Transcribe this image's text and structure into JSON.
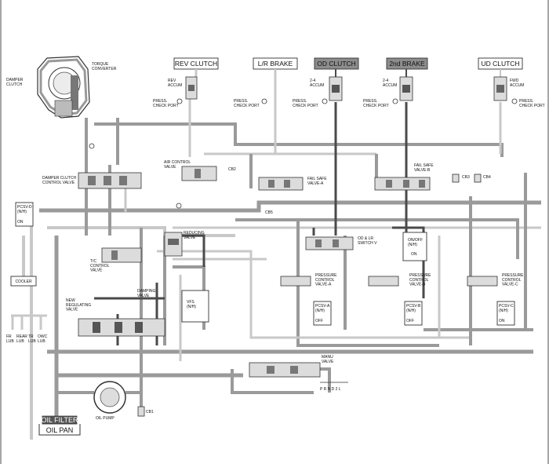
{
  "headers": {
    "rev_clutch": "REV CLUTCH",
    "lr_brake": "L/R BRAKE",
    "od_clutch": "OD CLUTCH",
    "second_brake": "2nd BRAKE",
    "ud_clutch": "UD CLUTCH"
  },
  "labels": {
    "torque_converter": "TORQUE\nCONVERTER",
    "damper_clutch": "DAMPER\nCLUTCH",
    "rev_accum": "REV\nACCUM",
    "accum_2_4_a": "2-4\nACCUM",
    "accum_2_4_b": "2-4\nACCUM",
    "fwd_accum": "FWD\nACCUM",
    "press_check_1": "PRESS.\nCHECK PORT",
    "press_check_2": "PRESS.\nCHECK PORT",
    "press_check_3": "PRESS.\nCHECK PORT",
    "press_check_4": "PRESS.\nCHECK PORT",
    "press_check_5": "PRESS.\nCHECK PORT",
    "damper_clutch_control_valve": "DAMPER CLUTCH\nCONTROL VALVE",
    "air_control_valve": "AIR CONTROL\nVALVE",
    "cb2": "CB2",
    "fail_safe_a": "FAIL SAFE\nVALVE-A",
    "fail_safe_b": "FAIL SAFE\nVALVE-B",
    "cb3": "CB3",
    "cb4": "CB4",
    "cb5": "CB5",
    "cb1": "CB1",
    "pcsv_d": "PCSV-D\n(N/H)",
    "pcsv_d_state": "ON",
    "reducing_valve": "REDUCING\nVALVE",
    "od_lr_switch": "OD & LR\nSWITCH V",
    "on_off": "ON/OFF\n(N/H)",
    "on_off_state": "ON",
    "tc_control_valve": "T/C\nCONTROL\nVALVE",
    "cooler": "COOLER",
    "pcv_a": "PRESSURE\nCONTROL\nVALVE-A",
    "pcv_b": "PRESSURE\nCONTROL\nVALVE-B",
    "pcv_c": "PRESSURE\nCONTROL\nVALVE-C",
    "pcsv_a": "PCSV-A\n(N/H)",
    "pcsv_a_state": "OFF",
    "pcsv_b": "PCSV-B\n(N/H)",
    "pcsv_b_state": "OFF",
    "pcsv_c": "PCSV-C\n(N/H)",
    "pcsv_c_state": "ON",
    "new_regulating_valve": "NEW\nREGULATING\nVALVE",
    "damping_valve": "DAMPING\nVALVE",
    "vfs": "VFS\n(N/H)",
    "manual_valve": "MANU\nVALVE",
    "lub_labels": [
      "FR\nLUB",
      "REAR\nLUB",
      "TR\nLUB",
      "OWC\nLUB"
    ],
    "oil_filter": "OIL FILTER",
    "oil_pan": "OIL PAN",
    "oil_pump": "OIL PUMP",
    "manual_positions": "P R N D 2 L"
  },
  "colors": {
    "line_pressure": "#9a9a9a",
    "low_pressure": "#c8c8c8",
    "high_pressure": "#4a4a4a",
    "header_fill": "#8c8c8c"
  }
}
